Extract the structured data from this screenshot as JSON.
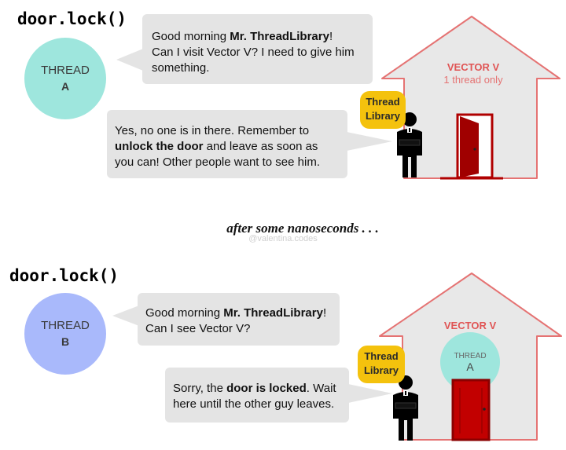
{
  "top": {
    "code": "door.lock()",
    "thread_label": "THREAD",
    "thread_letter": "A",
    "bubble1_a": "Good morning ",
    "bubble1_bold": "Mr. ThreadLibrary",
    "bubble1_b": "!",
    "bubble1_line2": "Can I visit Vector V? I need to give him",
    "bubble1_line3": "something.",
    "bubble2_line1": "Yes, no one is in there. Remember to",
    "bubble2_bold": "unlock the door",
    "bubble2_line2_rest": " and leave as soon as",
    "bubble2_line3": "you can! Other people want to see him.",
    "house_title": "VECTOR V",
    "house_sub": "1 thread only",
    "badge_line1": "Thread",
    "badge_line2": "Library"
  },
  "middle": {
    "note": "after some nanoseconds . . .",
    "watermark": "@valentina.codes"
  },
  "bottom": {
    "code": "door.lock()",
    "thread_label": "THREAD",
    "thread_letter": "B",
    "bubble1_a": "Good morning ",
    "bubble1_bold": "Mr. ThreadLibrary",
    "bubble1_b": "!",
    "bubble1_line2": "Can I see Vector V?",
    "bubble2_a": "Sorry, the ",
    "bubble2_bold": "door is locked",
    "bubble2_b": ". Wait",
    "bubble2_line2": "here until the other guy leaves.",
    "house_title": "VECTOR V",
    "inside_label": "THREAD",
    "inside_letter": "A",
    "badge_line1": "Thread",
    "badge_line2": "Library"
  },
  "colors": {
    "thread_a": "#9ee6dd",
    "thread_b": "#a9b9fb",
    "house_line": "#e57373",
    "house_fill": "#e8e8e8",
    "door": "#b00000",
    "badge": "#f4c20d",
    "bubble": "#e4e4e4"
  }
}
